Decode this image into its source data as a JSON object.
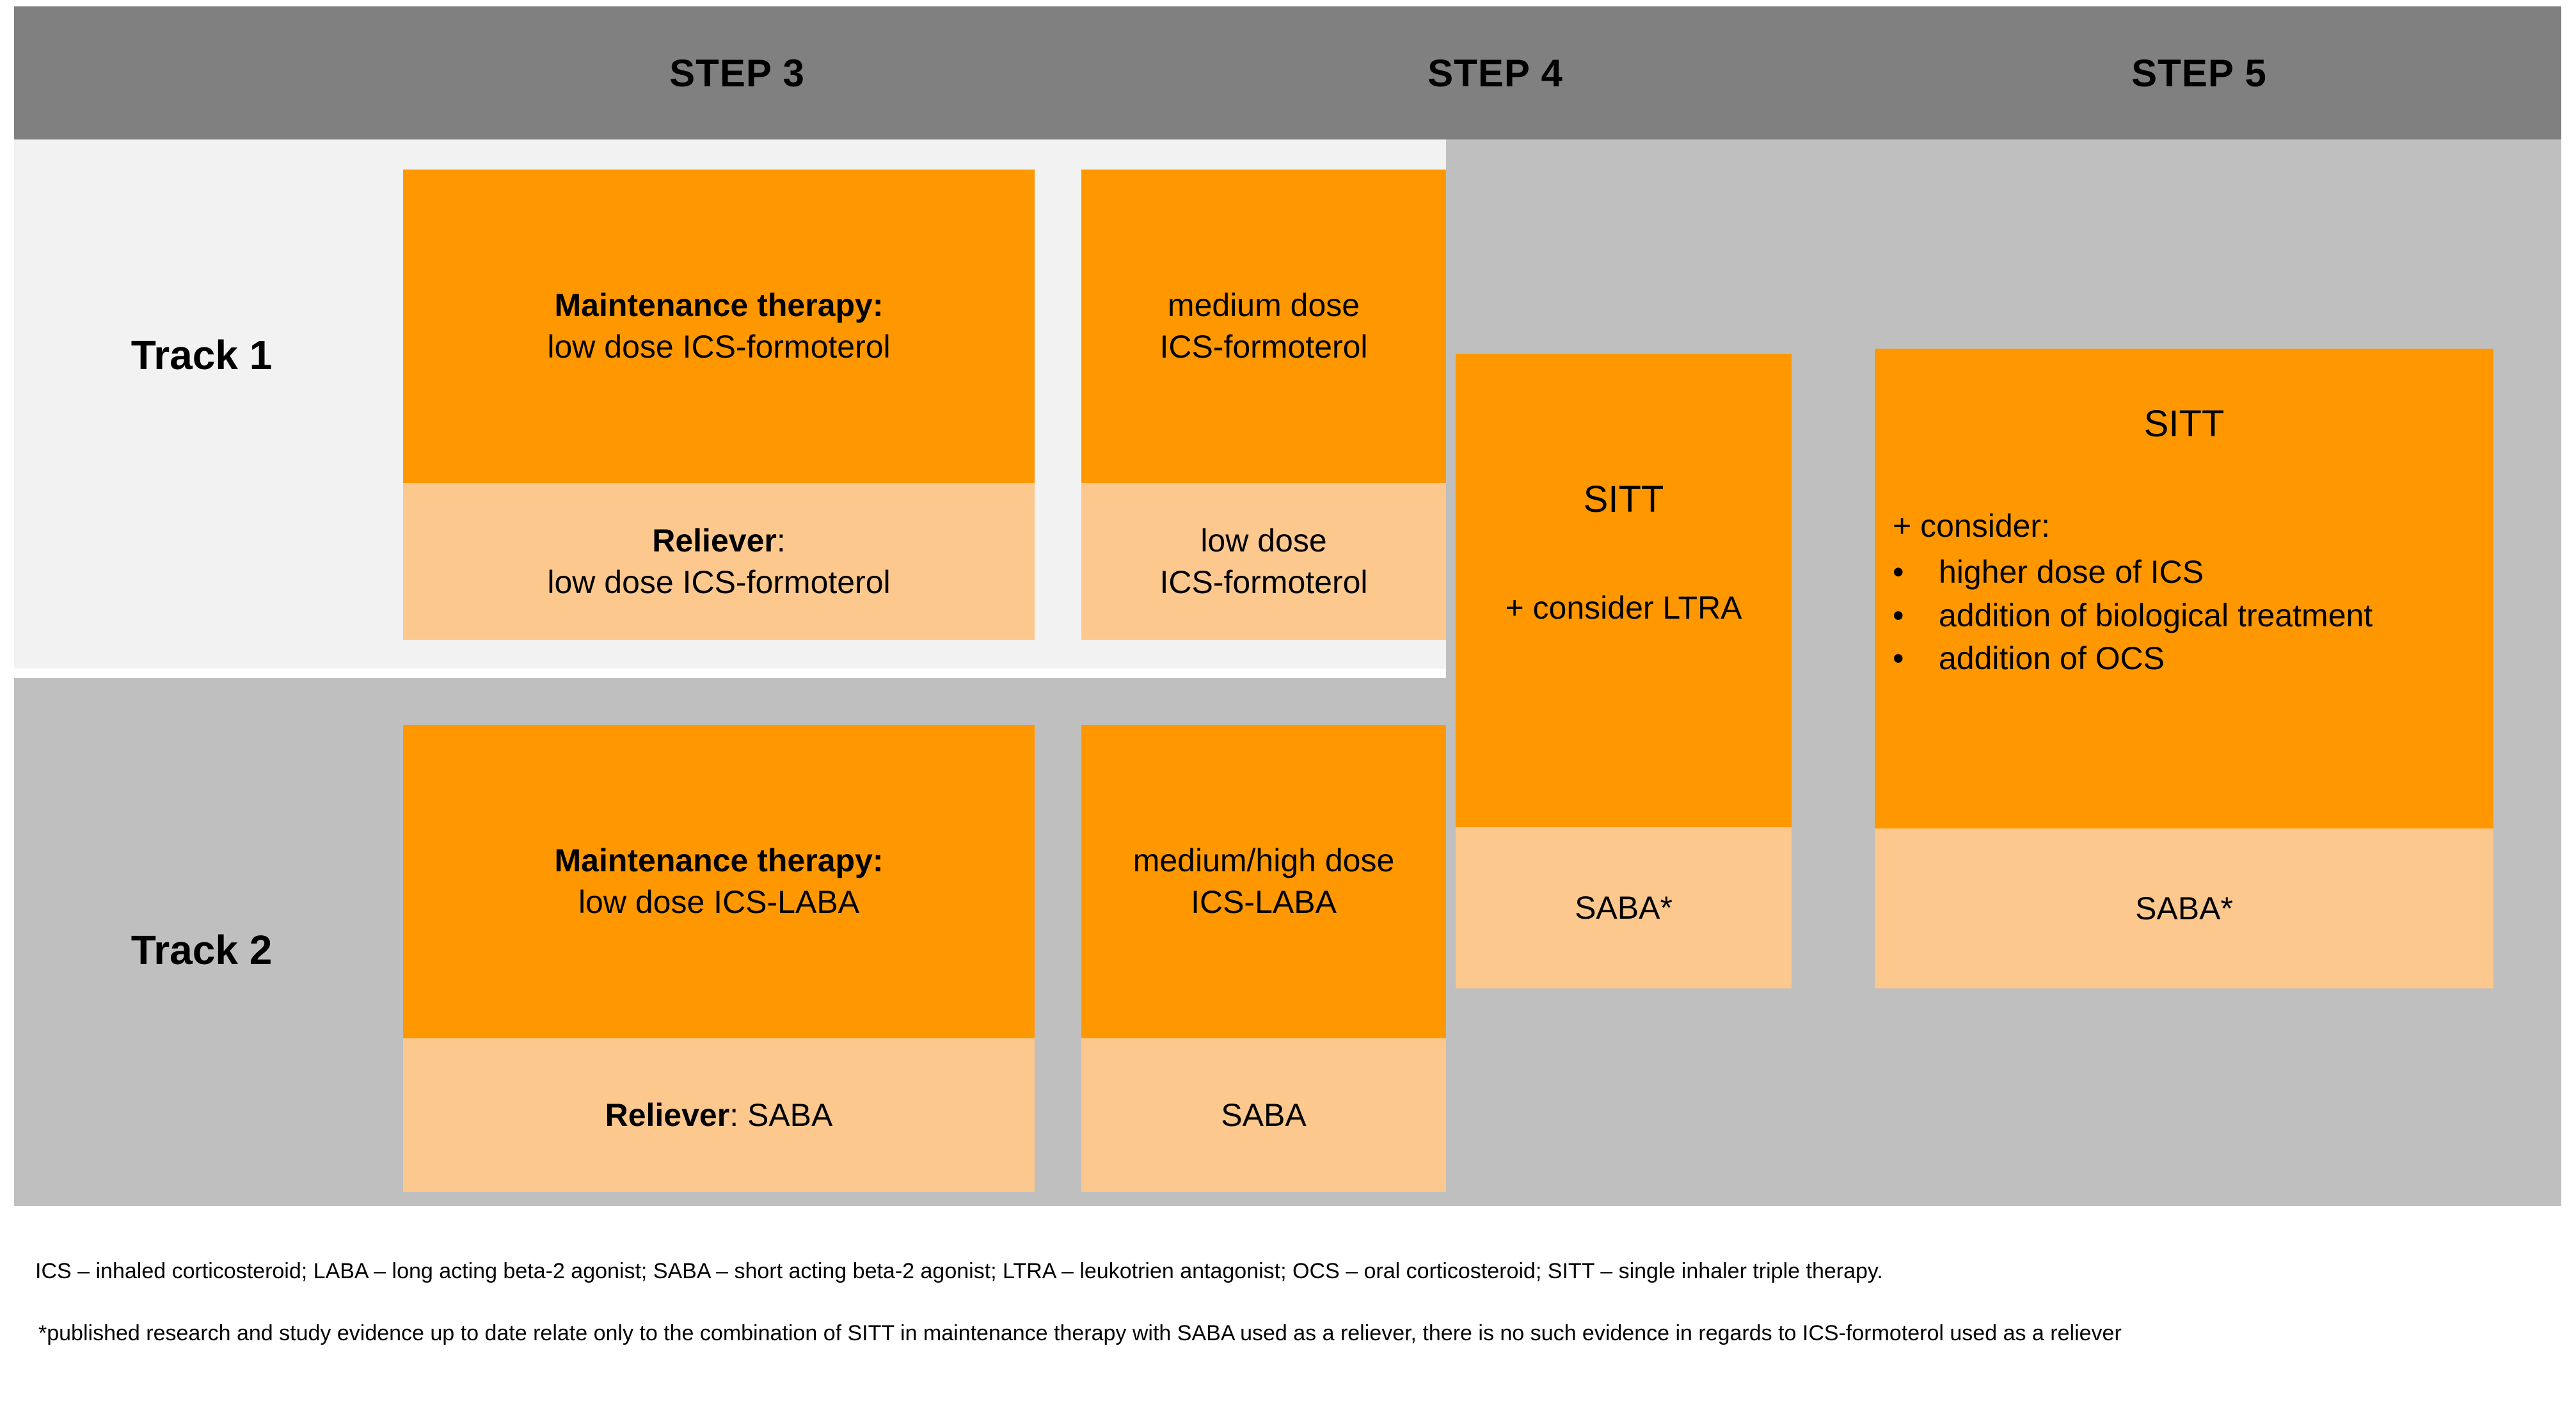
{
  "header": {
    "steps": [
      {
        "label": "STEP 3"
      },
      {
        "label": "STEP  4"
      },
      {
        "label": "STEP  5"
      }
    ]
  },
  "tracks": [
    {
      "label": "Track 1"
    },
    {
      "label": "Track 2"
    }
  ],
  "cells": {
    "track1_step3": {
      "maintenance_title": "Maintenance therapy:",
      "maintenance_detail": "low dose ICS-formoterol",
      "reliever_title": "Reliever",
      "reliever_colon": ":",
      "reliever_detail": "low dose ICS-formoterol"
    },
    "track1_step4": {
      "maintenance_line1": "medium dose",
      "maintenance_line2": "ICS-formoterol",
      "reliever_line1": "low dose",
      "reliever_line2": "ICS-formoterol"
    },
    "track_step4_sitt": {
      "title": "SITT",
      "subtitle": "+ consider LTRA",
      "reliever": "SABA*"
    },
    "track_step5_sitt": {
      "title": "SITT",
      "consider_head": "+ consider:",
      "consider_items": [
        "higher dose of ICS",
        "addition of biological treatment",
        "addition of OCS"
      ],
      "bullet_glyph": "•",
      "reliever": "SABA*"
    },
    "track2_step3": {
      "maintenance_title": "Maintenance therapy:",
      "maintenance_detail": "low dose ICS-LABA",
      "reliever_title": "Reliever",
      "reliever_detail": ": SABA"
    },
    "track2_step4": {
      "maintenance_line1": "medium/high dose",
      "maintenance_line2": "ICS-LABA",
      "reliever": "SABA"
    }
  },
  "footnotes": {
    "abbreviations": "ICS – inhaled corticosteroid; LABA – long acting beta-2 agonist; SABA – short acting beta-2 agonist; LTRA – leukotrien antagonist; OCS – oral corticosteroid; SITT – single inhaler triple therapy.",
    "asterisk_note": "*published research and study evidence up to date relate only to the combination of SITT in maintenance therapy with SABA used as a reliever,  there is no such evidence in regards to ICS-formoterol used as a reliever"
  },
  "colors": {
    "header_bar": "#808080",
    "track1_band": "#f2f2f2",
    "track2_band": "#bfbfbf",
    "overlay_gray": "#bfbfbf",
    "box_main": "#FF9800",
    "box_reliever": "#FCC88E",
    "text": "#000000"
  }
}
